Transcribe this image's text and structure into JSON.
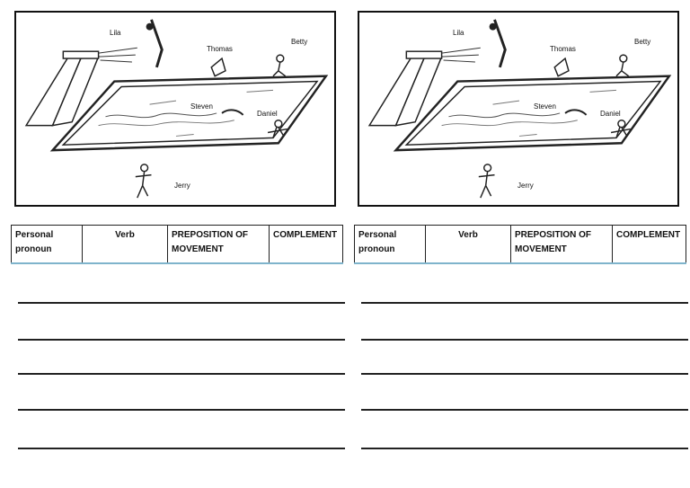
{
  "worksheet": {
    "names": {
      "lila": "Lila",
      "thomas": "Thomas",
      "betty": "Betty",
      "steven": "Steven",
      "daniel": "Daniel",
      "jerry": "Jerry"
    },
    "table_headers": {
      "personal_pronoun": "Personal pronoun",
      "verb": "Verb",
      "preposition": "PREPOSITION OF MOVEMENT",
      "complement": "COMPLEMENT"
    },
    "answer_lines": 5
  }
}
